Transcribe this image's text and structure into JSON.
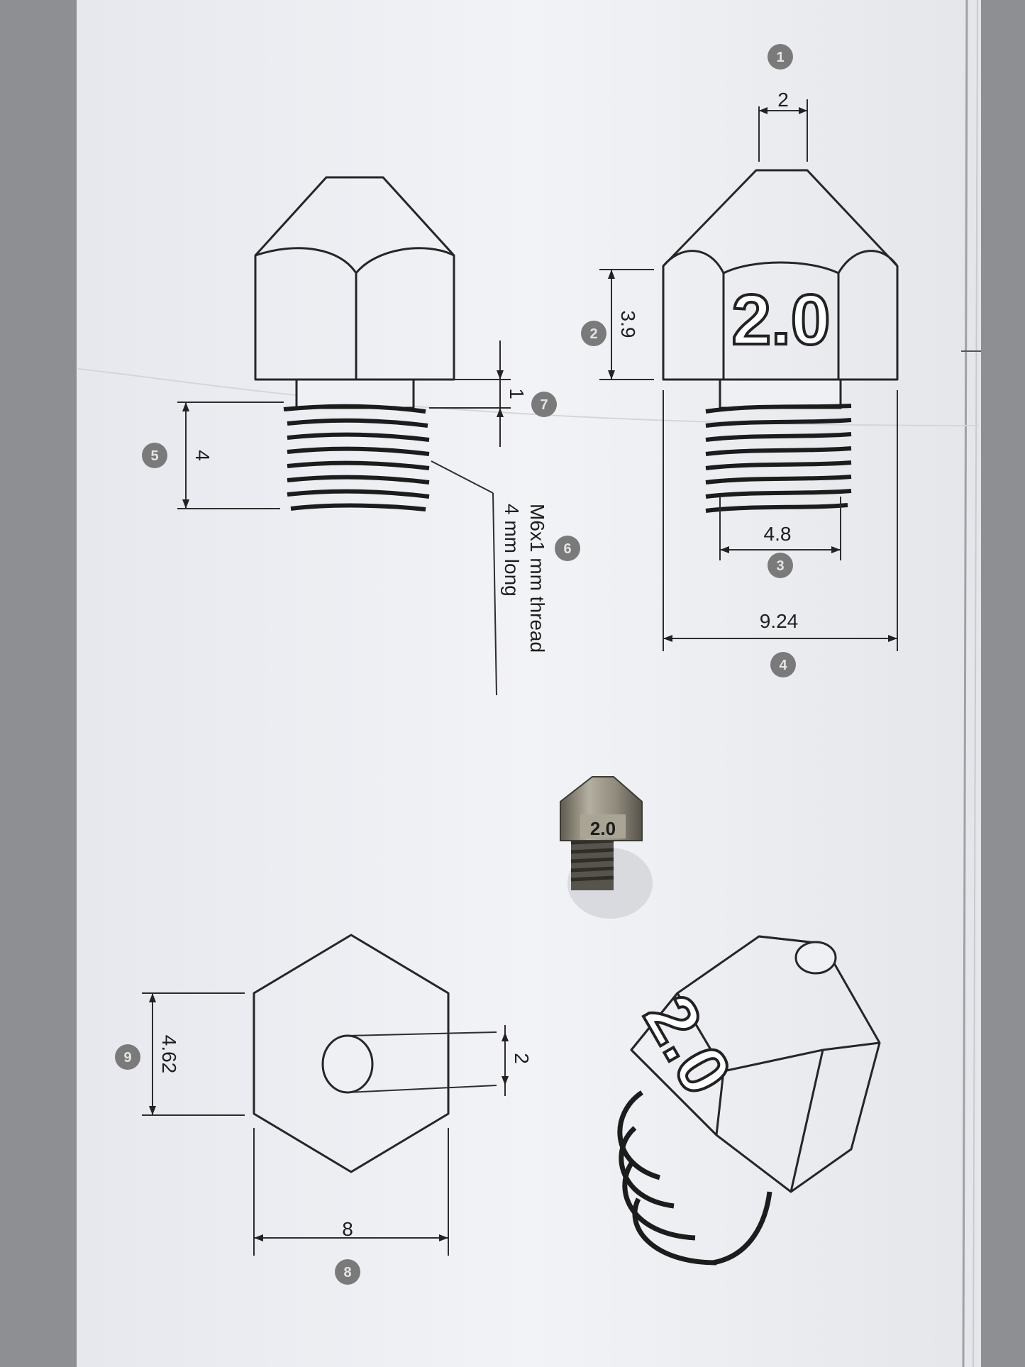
{
  "drawing": {
    "top_view_diameter": "2",
    "hex_height": "3.9",
    "nozzle_marking": "2.0",
    "thread_diameter": "4.8",
    "hex_width": "9.24",
    "thread_gap": "1",
    "thread_length": "4",
    "thread_note_line1": "M6x1 mm thread",
    "thread_note_line2": "4 mm long",
    "hex_flat_height": "4.62",
    "hole_diameter": "2",
    "hex_across_flats": "8",
    "iso_marking": "2.0",
    "photo_marking": "2.0"
  },
  "callouts": [
    "1",
    "2",
    "3",
    "4",
    "5",
    "6",
    "7",
    "8",
    "9"
  ],
  "colors": {
    "background": "#8d8f93",
    "paper": "#eef0f4",
    "ink": "#262626",
    "callout": "#7a7a7a",
    "brass": "#9a9585"
  }
}
